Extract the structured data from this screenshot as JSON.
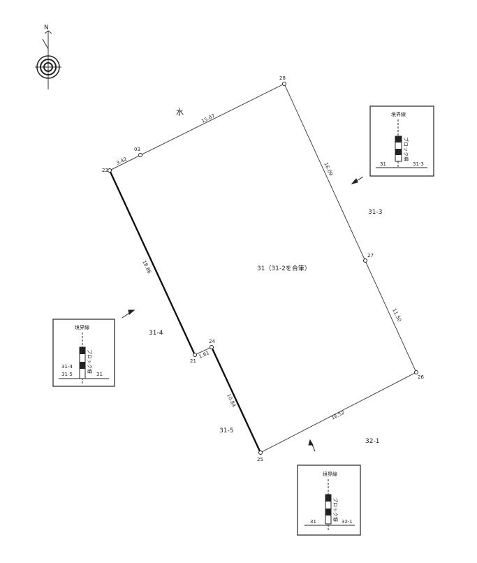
{
  "compass": {
    "north_label": "N",
    "icon": "north-arrow-compass-rose-icon"
  },
  "parcel": {
    "label": "31（31-2を合筆）"
  },
  "points": {
    "p22": "22",
    "p03": "03",
    "p28": "28",
    "p27": "27",
    "p26": "26",
    "p25": "25",
    "p24": "24",
    "p21": "21"
  },
  "edges": {
    "e22_03": "3.42",
    "e03_28": "15.07",
    "e28_27": "16.09",
    "e27_26": "11.50",
    "e26_25": "16.52",
    "e25_24": "10.84",
    "e24_21": "1.61",
    "e21_22": "18.86"
  },
  "neighbors": {
    "water": "水",
    "n31_3": "31-3",
    "n31_4": "31-4",
    "n31_5": "31-5",
    "n32_1": "32-1"
  },
  "details": {
    "right": {
      "title": "境界線",
      "material": "ブロック塀",
      "left": "31",
      "right": "31-3"
    },
    "left": {
      "title": "境界線",
      "material": "ブロック塀",
      "left_top": "31-4",
      "left_bottom": "31-5",
      "right": "31"
    },
    "bottom": {
      "title": "境界線",
      "material": "ブロック塀",
      "left": "31",
      "right": "32-1"
    }
  }
}
